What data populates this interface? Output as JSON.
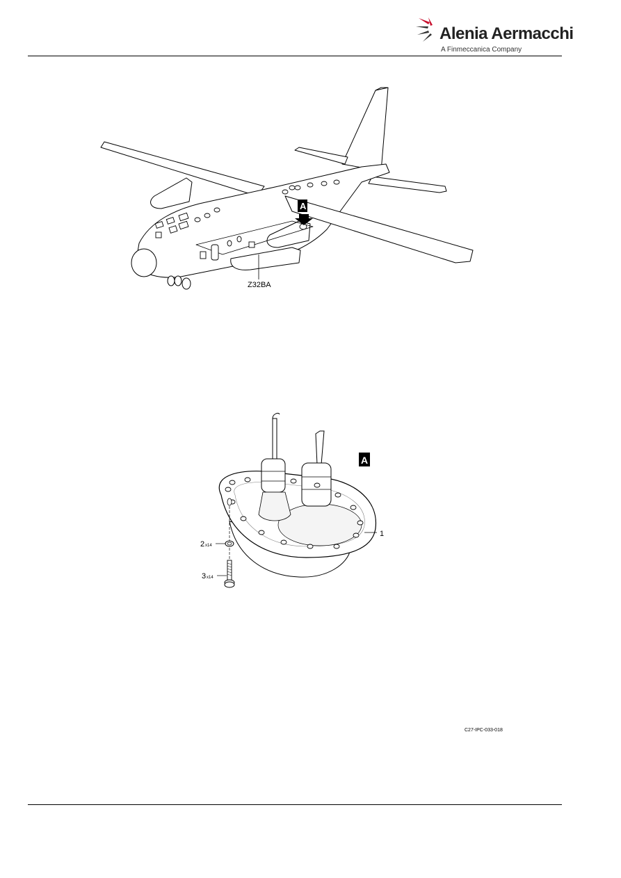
{
  "header": {
    "brand_name": "Alenia Aermacchi",
    "brand_tagline": "A Finmeccanica Company",
    "logo_icon": "propeller-swoosh-icon",
    "accent_color": "#c8102e"
  },
  "figure": {
    "aircraft_view": {
      "zone_label": "Z32BA",
      "detail_marker": "A"
    },
    "detail_view": {
      "detail_marker": "A",
      "callouts": [
        {
          "number": "1",
          "qty": ""
        },
        {
          "number": "2",
          "qty": "x14"
        },
        {
          "number": "3",
          "qty": "x14"
        }
      ]
    },
    "figure_reference": "C27-IPC-033-018"
  }
}
